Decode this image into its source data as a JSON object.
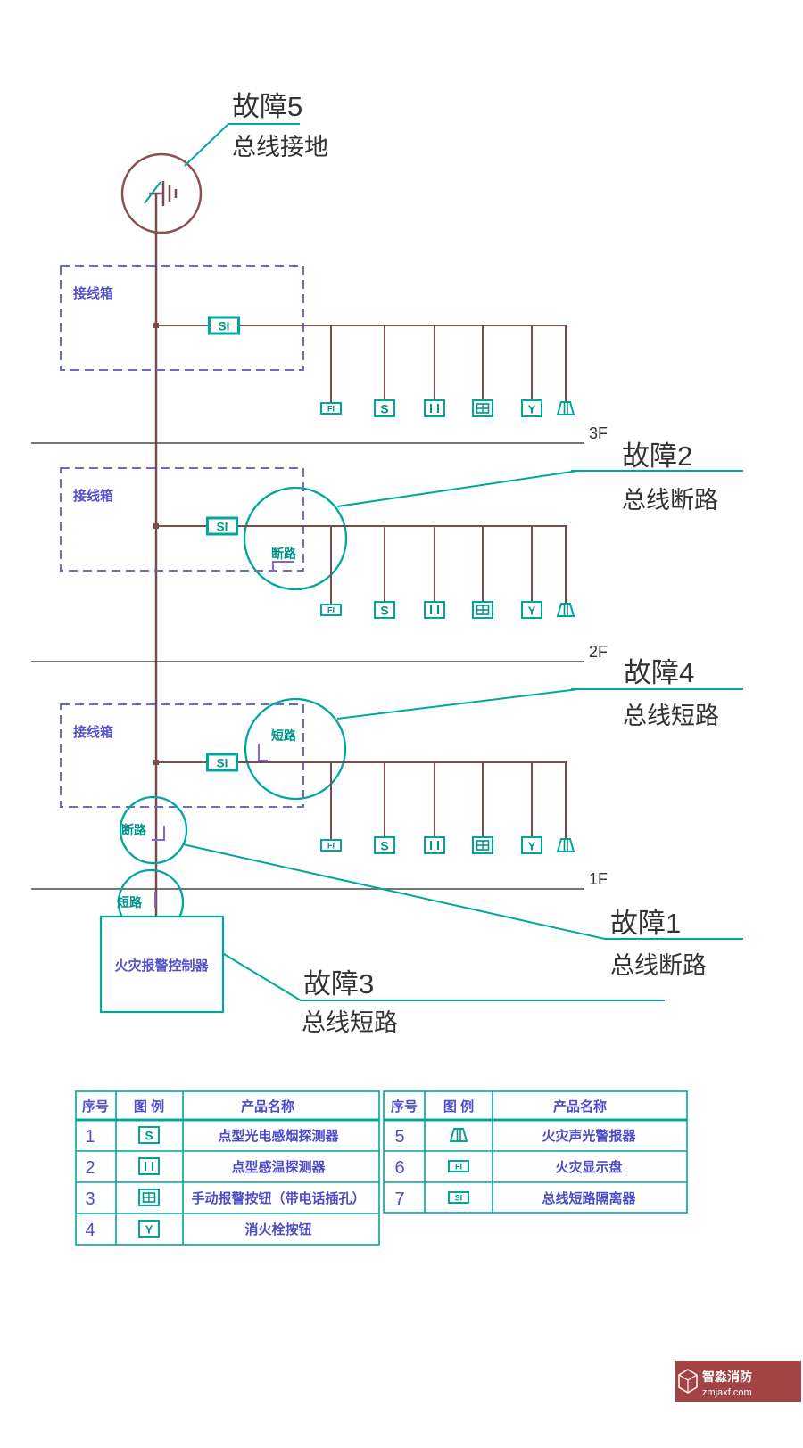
{
  "faults": {
    "f5": {
      "num": "故障5",
      "desc": "总线接地"
    },
    "f2": {
      "num": "故障2",
      "desc": "总线断路"
    },
    "f4": {
      "num": "故障4",
      "desc": "总线短路"
    },
    "f1": {
      "num": "故障1",
      "desc": "总线断路"
    },
    "f3": {
      "num": "故障3",
      "desc": "总线短路"
    }
  },
  "labels": {
    "junction_box": "接线箱",
    "controller": "火灾报警控制器",
    "break": "断路",
    "short": "短路"
  },
  "floors": [
    {
      "label": "3F"
    },
    {
      "label": "2F"
    },
    {
      "label": "1F"
    }
  ],
  "icons": {
    "si": "SI",
    "fi": "FI",
    "smoke": "S",
    "hydrant": "Y"
  },
  "legend": {
    "headers": [
      "序号",
      "图 例",
      "产品名称"
    ],
    "left_rows": [
      {
        "no": "1",
        "icon": "smoke-detector",
        "name": "点型光电感烟探测器"
      },
      {
        "no": "2",
        "icon": "heat-detector",
        "name": "点型感温探测器"
      },
      {
        "no": "3",
        "icon": "manual-call-point",
        "name": "手动报警按钮（带电话插孔）"
      },
      {
        "no": "4",
        "icon": "hydrant-button",
        "name": "消火栓按钮"
      }
    ],
    "right_rows": [
      {
        "no": "5",
        "icon": "sounder-strobe",
        "name": "火灾声光警报器"
      },
      {
        "no": "6",
        "icon": "fire-display-panel",
        "name": "火灾显示盘"
      },
      {
        "no": "7",
        "icon": "short-circuit-isolator",
        "name": "总线短路隔离器"
      }
    ]
  },
  "watermark": {
    "name": "智淼消防",
    "site": "zmjaxf.com"
  },
  "colors": {
    "bus": "#7d4a4e",
    "teal": "#00a79d",
    "blue": "#5252c4",
    "fault_text": "#333333",
    "watermark_bg": "#a34444"
  }
}
